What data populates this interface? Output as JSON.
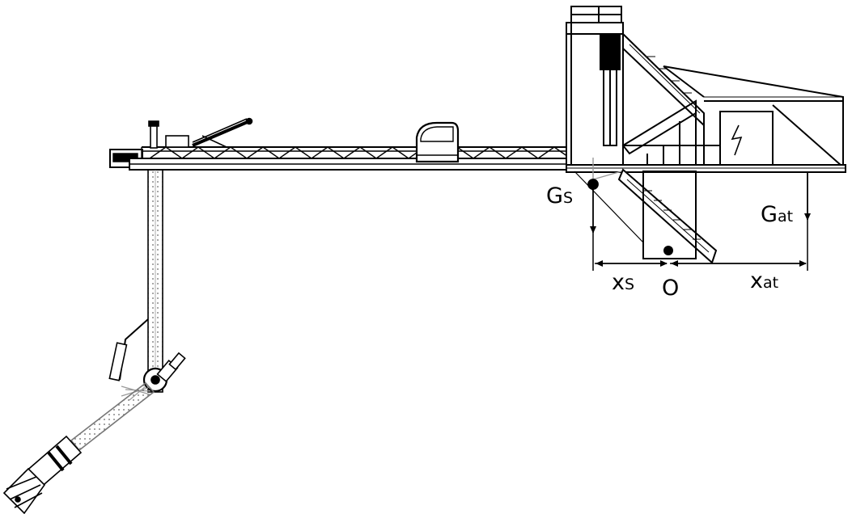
{
  "labels": {
    "gs": {
      "main": "G",
      "sub": "S"
    },
    "gat": {
      "main": "G",
      "sub": "at"
    },
    "xs": {
      "main": "x",
      "sub": "S"
    },
    "xat": {
      "main": "x",
      "sub": "at"
    },
    "origin": "O"
  },
  "colors": {
    "line": "#000000",
    "gray": "#888888",
    "fill_light": "#f2f2f2",
    "fill_dark": "#000000"
  }
}
